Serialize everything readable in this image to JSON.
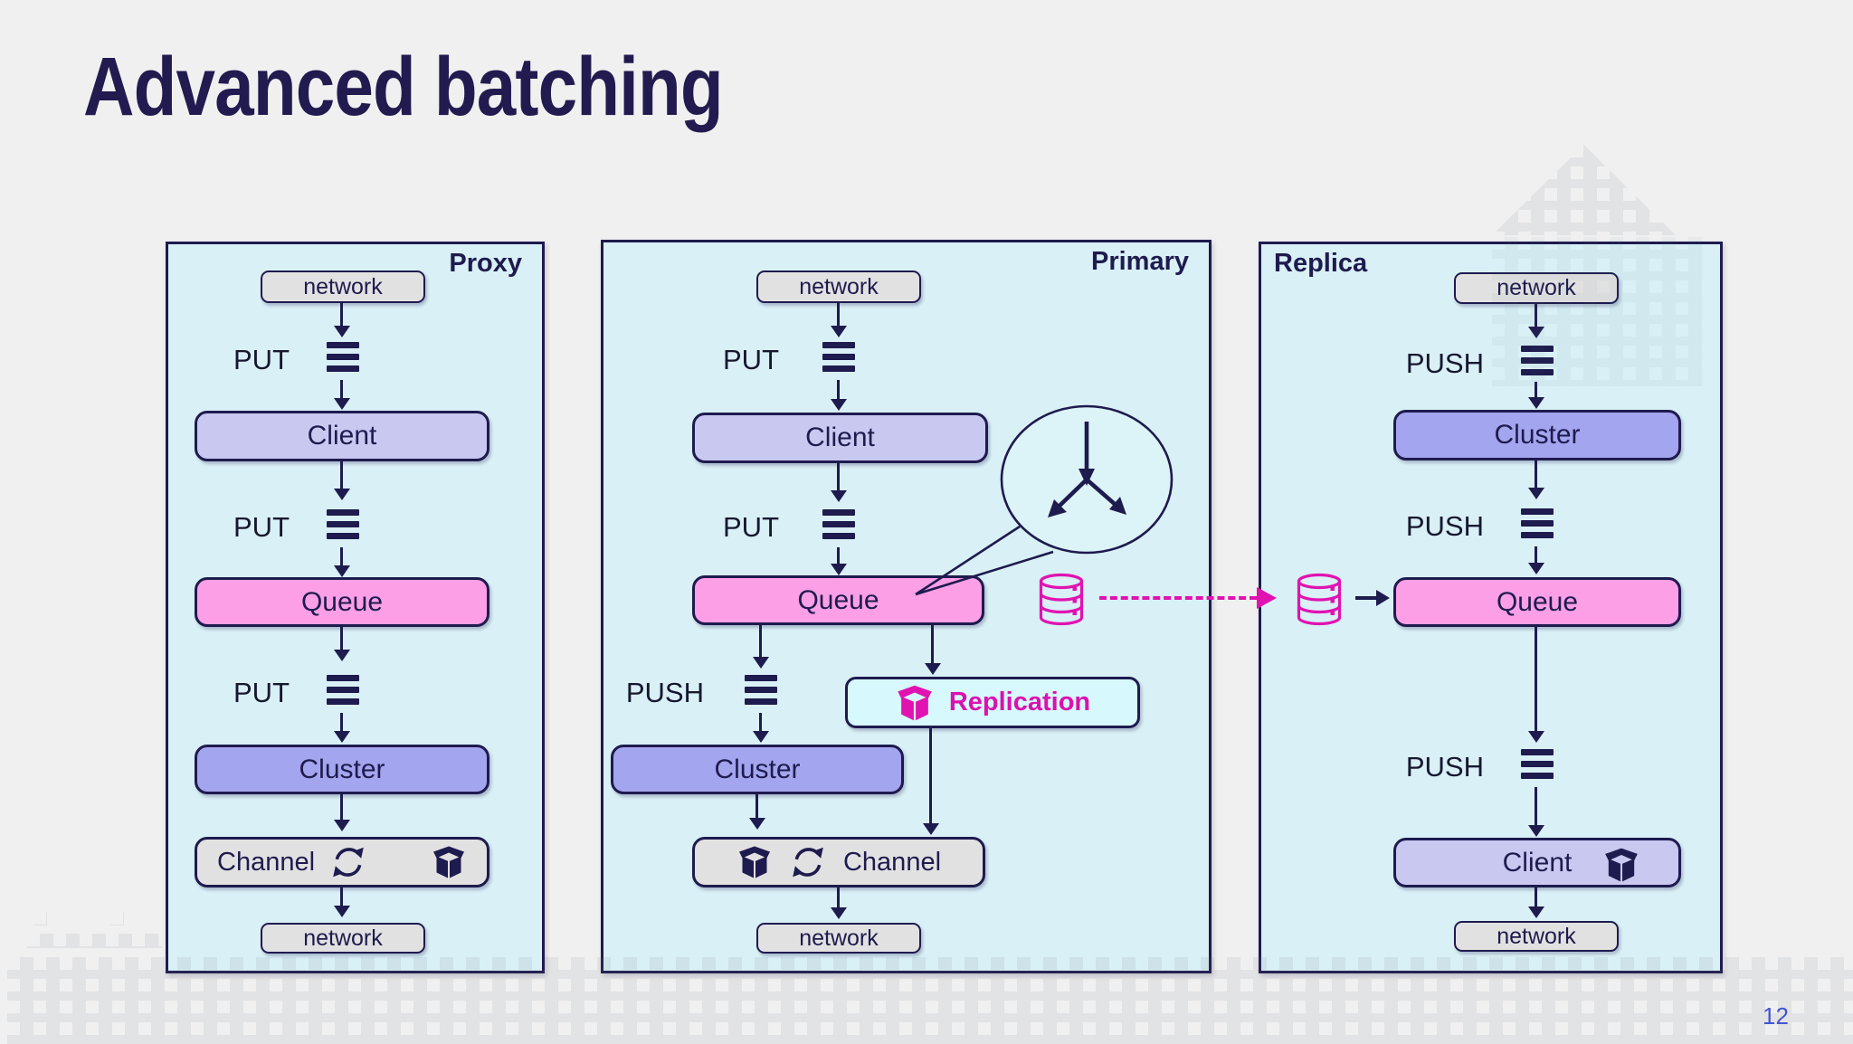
{
  "title": "Advanced batching",
  "page_number": "12",
  "colors": {
    "navy": "#1e1b4e",
    "magenta": "#e013b1",
    "panel_bg": "#d9f0f6",
    "queue_pink": "#fc9fe6",
    "cluster_periwinkle": "#a3a5ee",
    "client_lavender": "#c9c8f1",
    "network_gray": "#e2e1e1",
    "replication_bg": "#d7f8fc",
    "page_bg": "#f1f0f0",
    "page_number_blue": "#4255d4"
  },
  "icons": {
    "batch_bars": "batch-bars-icon",
    "sync": "sync-icon",
    "package": "package-icon",
    "database": "database-icon",
    "fanout": "fanout-arrows-icon",
    "callout": "callout-bubble"
  },
  "proxy": {
    "label": "Proxy",
    "network_top": "network",
    "put1": "PUT",
    "client": "Client",
    "put2": "PUT",
    "queue": "Queue",
    "put3": "PUT",
    "cluster": "Cluster",
    "channel": "Channel",
    "network_bottom": "network"
  },
  "primary": {
    "label": "Primary",
    "network_top": "network",
    "put1": "PUT",
    "client": "Client",
    "put2": "PUT",
    "queue": "Queue",
    "push": "PUSH",
    "cluster": "Cluster",
    "replication": "Replication",
    "channel": "Channel",
    "network_bottom": "network"
  },
  "replica": {
    "label": "Replica",
    "network_top": "network",
    "push1": "PUSH",
    "cluster": "Cluster",
    "push2": "PUSH",
    "queue": "Queue",
    "push3": "PUSH",
    "client": "Client",
    "network_bottom": "network"
  }
}
